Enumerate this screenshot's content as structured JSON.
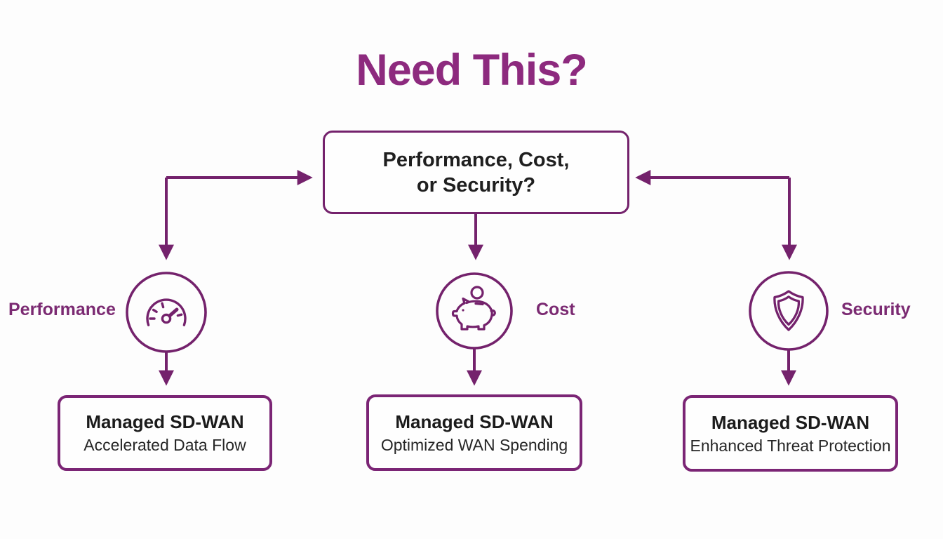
{
  "title": "Need This?",
  "colors": {
    "accent_stroke": "#74226c",
    "title_color": "#8d2a7e",
    "branch_label_color": "#7b2a72",
    "box_text_color": "#1f1f1f",
    "background": "#fdfdfd"
  },
  "decision_box": {
    "line1": "Performance, Cost,",
    "line2": "or Security?"
  },
  "branches": [
    {
      "id": "performance",
      "label": "Performance",
      "icon": "speedometer-icon",
      "label_side": "left",
      "result_title": "Managed SD-WAN",
      "result_subtitle": "Accelerated Data Flow"
    },
    {
      "id": "cost",
      "label": "Cost",
      "icon": "piggy-bank-icon",
      "label_side": "right",
      "result_title": "Managed SD-WAN",
      "result_subtitle": "Optimized WAN Spending"
    },
    {
      "id": "security",
      "label": "Security",
      "icon": "shield-icon",
      "label_side": "right",
      "result_title": "Managed SD-WAN",
      "result_subtitle": "Enhanced Threat Protection"
    }
  ]
}
